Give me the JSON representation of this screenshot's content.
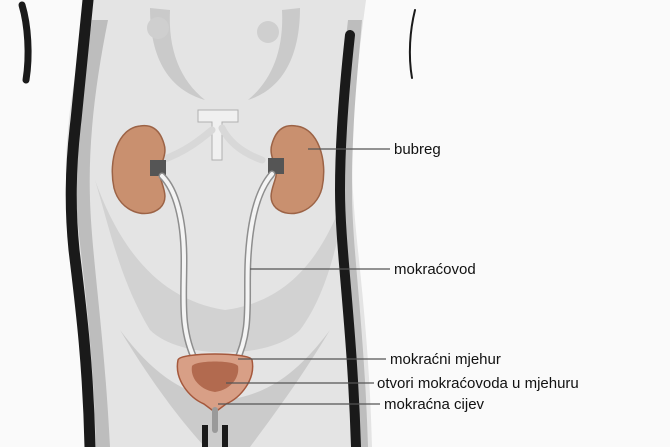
{
  "labels": {
    "kidney": "bubreg",
    "ureter": "mokraćovod",
    "bladder": "mokraćni mjehur",
    "ureter_openings": "otvori mokraćovoda u mjehuru",
    "urethra": "mokraćna cijev"
  },
  "colors": {
    "background": "#fafafa",
    "body_fill": "#e4e4e4",
    "body_shadow": "#c4c4c4",
    "outline": "#1a1a1a",
    "kidney": "#c9906f",
    "kidney_dark": "#9c6346",
    "bladder": "#d89f86",
    "bladder_inner": "#a5583c",
    "ureter": "#f4f4f4",
    "leader_line": "#555555"
  }
}
